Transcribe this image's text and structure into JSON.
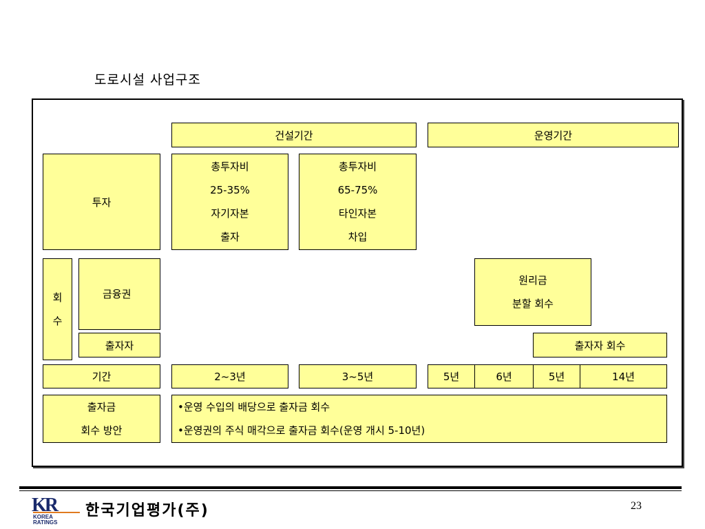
{
  "title": "도로시설 사업구조",
  "headers": {
    "construction": "건설기간",
    "operation": "운영기간"
  },
  "investment": {
    "label": "투자",
    "equity": [
      "총투자비",
      "25-35%",
      "자기자본",
      "출자"
    ],
    "debt": [
      "총투자비",
      "65-75%",
      "타인자본",
      "차입"
    ]
  },
  "recovery": {
    "label_chars": [
      "회",
      "수"
    ],
    "financial": "금융권",
    "investor": "출자자",
    "principal": [
      "원리금",
      "분할 회수"
    ],
    "investor_recovery": "출자자 회수"
  },
  "period": {
    "label": "기간",
    "construction_1": "2~3년",
    "construction_2": "3~5년",
    "op_1": "5년",
    "op_2": "6년",
    "op_3": "5년",
    "op_4": "14년"
  },
  "method": {
    "label": [
      "출자금",
      "회수 방안"
    ],
    "items": [
      "•운영 수입의 배당으로 출자금 회수",
      "•운영권의 주식 매각으로 출자금 회수(운영 개시 5-10년)"
    ]
  },
  "footer": {
    "logo_letters": "KR",
    "logo_text": [
      "KOREA",
      "RATINGS"
    ],
    "company": "한국기업평가(주)",
    "page_number": "23"
  },
  "colors": {
    "box_fill": "#ffff99",
    "logo_blue": "#1a2a6c",
    "logo_orange": "#e07a1f"
  }
}
